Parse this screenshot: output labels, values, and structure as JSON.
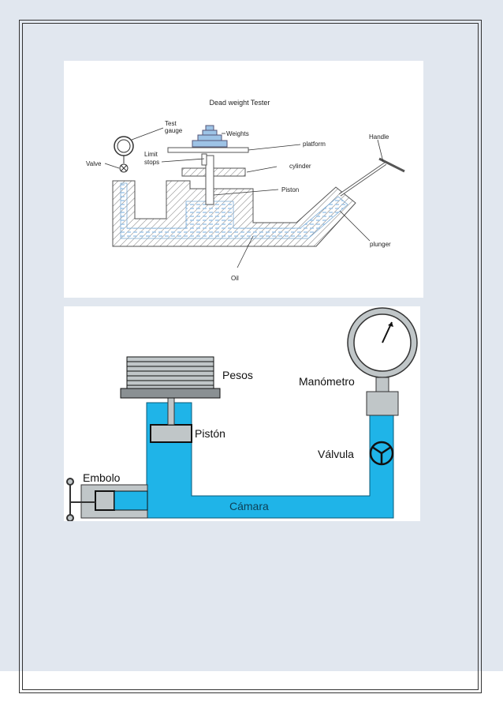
{
  "dead_weight_tester": {
    "title": "Dead weight Tester",
    "labels": {
      "test_gauge_1": "Test",
      "test_gauge_2": "gauge",
      "weights": "Weights",
      "handle": "Handle",
      "platform": "platform",
      "limit_stops_1": "Limit",
      "limit_stops_2": "stops",
      "valve": "Valve",
      "cylinder": "cylinder",
      "piston": "Piston",
      "plunger": "plunger",
      "oil": "Oil"
    }
  },
  "hydraulic_press": {
    "labels": {
      "pesos": "Pesos",
      "manometro": "Manómetro",
      "piston": "Pistón",
      "valvula": "Válvula",
      "embolo": "Embolo",
      "camara": "Cámara"
    },
    "colors": {
      "fluid": "#1fb4e8",
      "gauge_neck": "#c0c6c8",
      "dark": "#222222"
    }
  }
}
